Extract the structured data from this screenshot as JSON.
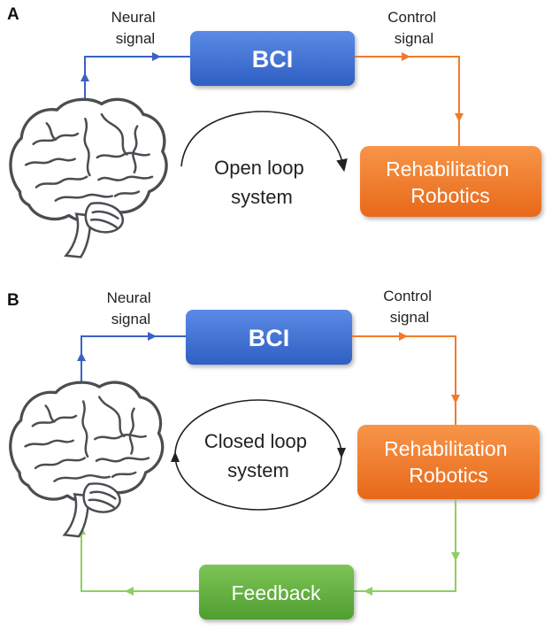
{
  "panels": [
    {
      "letter": "A",
      "neural_signal": [
        "Neural",
        "signal"
      ],
      "control_signal": [
        "Control",
        "signal"
      ],
      "bci": "BCI",
      "robotics": [
        "Rehabilitation",
        "Robotics"
      ],
      "loop": [
        "Open loop",
        "system"
      ]
    },
    {
      "letter": "B",
      "neural_signal": [
        "Neural",
        "signal"
      ],
      "control_signal": [
        "Control",
        "signal"
      ],
      "bci": "BCI",
      "robotics": [
        "Rehabilitation",
        "Robotics"
      ],
      "loop": [
        "Closed loop",
        "system"
      ],
      "feedback": "Feedback"
    }
  ],
  "colors": {
    "bci_fill": "#3d6fd0",
    "robotics_fill": "#f07a2a",
    "feedback_fill": "#5fae3c",
    "neural_line": "#3a62c4",
    "control_line": "#ef7b2a",
    "feedback_line": "#8fcf5e"
  },
  "icons": [
    "brain-icon",
    "brain-icon"
  ]
}
